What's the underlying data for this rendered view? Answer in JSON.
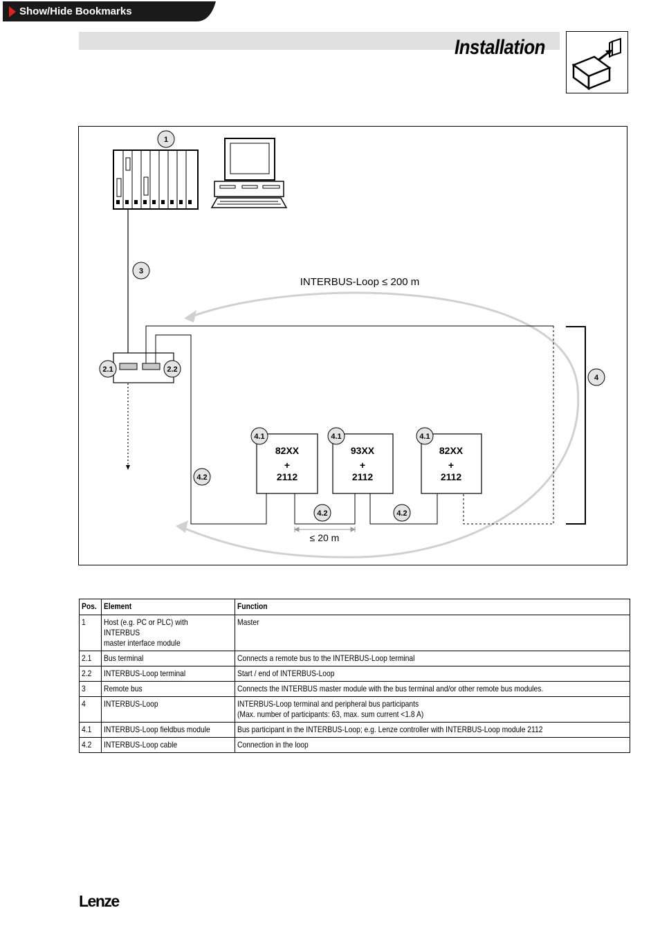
{
  "bookmarks": {
    "label": "Show/Hide Bookmarks"
  },
  "header": {
    "title": "Installation"
  },
  "diagram": {
    "labels": {
      "loop": "INTERBUS-Loop ≤ 200 m",
      "cable": "≤ 20 m"
    },
    "markers": {
      "host": "1",
      "remote_bus": "3",
      "bus_terminal": "2.1",
      "loop_terminal": "2.2",
      "loop": "4",
      "module": "4.1",
      "cable": "4.2"
    },
    "devices": [
      {
        "line1": "82XX",
        "line2": "+",
        "line3": "2112"
      },
      {
        "line1": "93XX",
        "line2": "+",
        "line3": "2112"
      },
      {
        "line1": "82XX",
        "line2": "+",
        "line3": "2112"
      }
    ]
  },
  "table": {
    "headers": [
      "Pos.",
      "Element",
      "Function"
    ],
    "rows": [
      {
        "pos": "1",
        "element": "Host (e.g. PC or PLC) with INTERBUS\nmaster interface module",
        "function": "Master"
      },
      {
        "pos": "2.1",
        "element": "Bus terminal",
        "function": "Connects a remote bus to the INTERBUS-Loop terminal"
      },
      {
        "pos": "2.2",
        "element": "INTERBUS-Loop terminal",
        "function": "Start / end of INTERBUS-Loop"
      },
      {
        "pos": "3",
        "element": "Remote bus",
        "function": "Connects the INTERBUS master module with the bus terminal and/or other remote bus modules."
      },
      {
        "pos": "4",
        "element": "INTERBUS-Loop",
        "function": "INTERBUS-Loop terminal and peripheral bus participants\n(Max. number of participants: 63, max. sum current <1.8 A)"
      },
      {
        "pos": "4.1",
        "element": "INTERBUS-Loop fieldbus module",
        "function": "Bus participant in the INTERBUS-Loop; e.g. Lenze controller with INTERBUS-Loop module 2112"
      },
      {
        "pos": "4.2",
        "element": "INTERBUS-Loop cable",
        "function": "Connection in the loop"
      }
    ]
  },
  "footer": {
    "brand": "Lenze"
  }
}
